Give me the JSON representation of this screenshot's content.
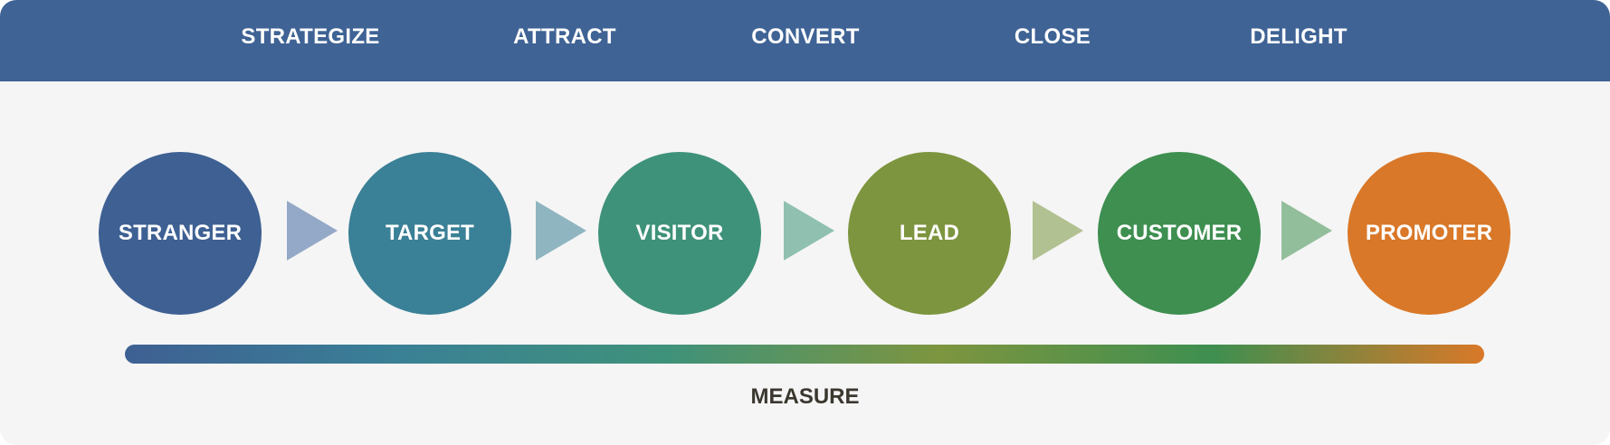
{
  "stages": [
    "STRATEGIZE",
    "ATTRACT",
    "CONVERT",
    "CLOSE",
    "DELIGHT"
  ],
  "nodes": [
    {
      "label": "STRANGER",
      "color": "#3e6093"
    },
    {
      "label": "TARGET",
      "color": "#3a8096"
    },
    {
      "label": "VISITOR",
      "color": "#3f927a"
    },
    {
      "label": "LEAD",
      "color": "#7d953f"
    },
    {
      "label": "CUSTOMER",
      "color": "#3e8f50"
    },
    {
      "label": "PROMOTER",
      "color": "#d97828"
    }
  ],
  "arrows": [
    {
      "color": "#94a8c7"
    },
    {
      "color": "#8fb5c1"
    },
    {
      "color": "#8fc0b0"
    },
    {
      "color": "#b2c192"
    },
    {
      "color": "#92be9b"
    }
  ],
  "measure": {
    "label": "MEASURE",
    "gradient_colors": [
      "#3e6093",
      "#3a8096",
      "#3f927a",
      "#7d953f",
      "#3e8f50",
      "#d97828"
    ]
  }
}
